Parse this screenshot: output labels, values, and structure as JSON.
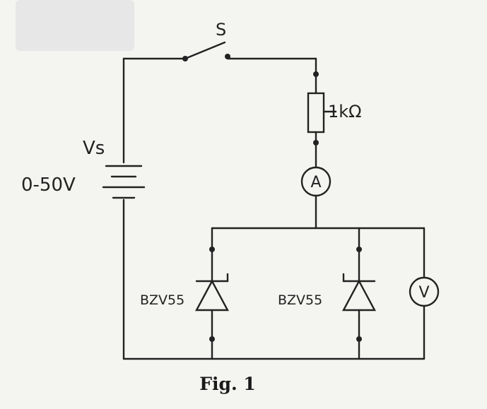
{
  "switch_label": "S",
  "source_label": "Vs",
  "source_range": "0-50V",
  "resistor_label": "1kΩ",
  "ammeter_label": "A",
  "voltmeter_label": "V",
  "diode_1_label": "BZV55",
  "diode_2_label": "BZV55",
  "caption": "Fig. 1"
}
